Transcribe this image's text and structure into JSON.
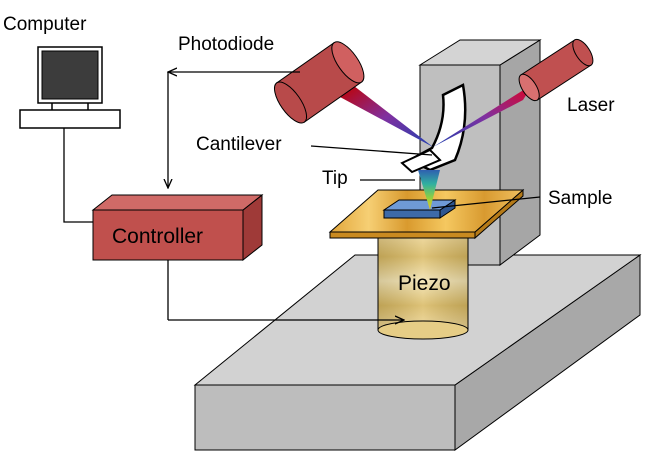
{
  "labels": {
    "computer": "Computer",
    "photodiode": "Photodiode",
    "laser": "Laser",
    "cantilever": "Cantilever",
    "tip": "Tip",
    "sample": "Sample",
    "controller": "Controller",
    "piezo": "Piezo"
  },
  "colors": {
    "gray_block": "#c0c0c0",
    "red_device": "#b84a4a",
    "controller_red": "#c0504d",
    "sample_blue": "#4f81bd",
    "outline": "#000000"
  }
}
